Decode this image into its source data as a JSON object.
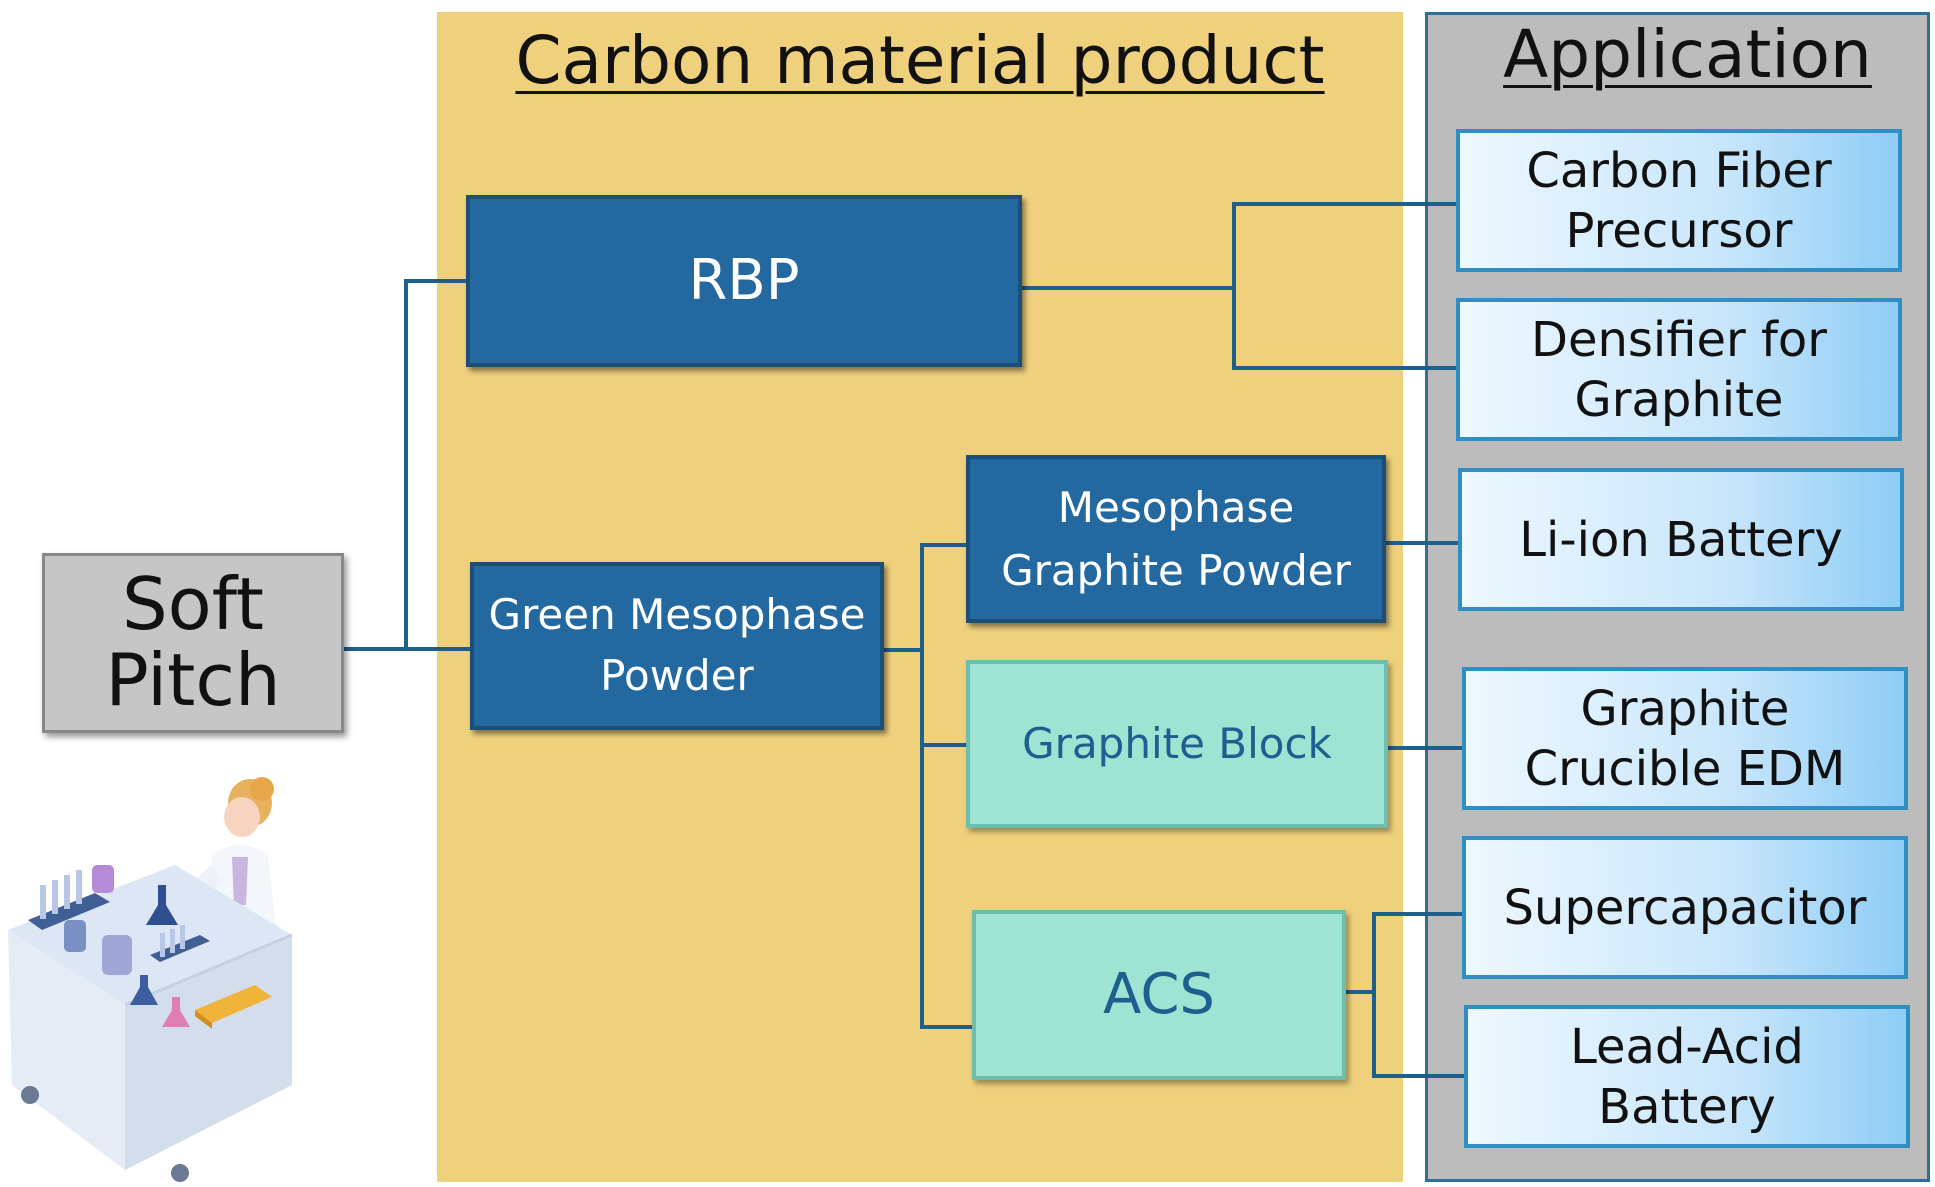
{
  "soft_pitch": "Soft\nPitch",
  "products": {
    "title": "Carbon material product",
    "rbp": "RBP",
    "green_mesophase": "Green Mesophase\nPowder",
    "mesophase_graphite": "Mesophase\nGraphite Powder",
    "graphite_block": "Graphite Block",
    "acs": "ACS"
  },
  "applications": {
    "title": "Application",
    "items": [
      "Carbon Fiber\nPrecursor",
      "Densifier for\nGraphite",
      "Li-ion Battery",
      "Graphite\nCrucible EDM",
      "Supercapacitor",
      "Lead-Acid\nBattery"
    ]
  },
  "colors": {
    "product_bg": "#efd07c",
    "application_bg": "#bcbcbc",
    "dark_box": "#23689f",
    "mint_box": "#9fe3d2",
    "connector": "#1f5f8b"
  },
  "icons": [
    "scientist-lab-icon"
  ]
}
